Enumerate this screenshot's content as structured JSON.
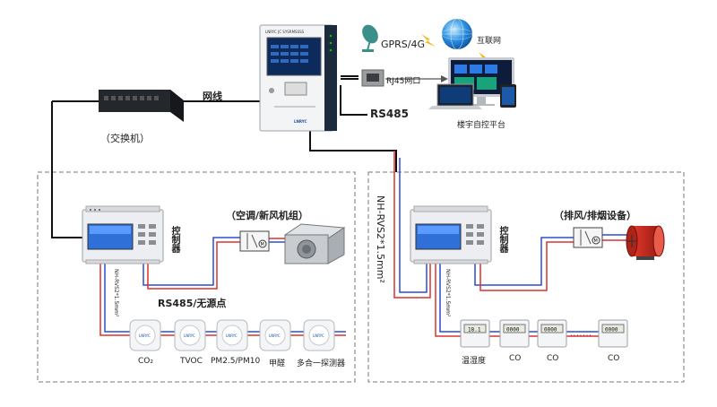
{
  "main_unit": {
    "screen_title": "LNRYC JC SYSRMSSSS",
    "brand": "LNRYC"
  },
  "links": {
    "gprs": "GPRS/4G",
    "internet": "互联网",
    "rj45": "RJ45网口",
    "rs485": "RS485",
    "network_cable": "网线",
    "platform": "楼宇自控平台"
  },
  "switch": {
    "label": "（交换机）"
  },
  "left_panel": {
    "controller_label": "控制器",
    "device_label": "（空调/新风机组）",
    "bus_label": "RS485/无源点",
    "cable_label": "NH-RVS2*1.5mm²",
    "sensors": [
      {
        "name": "CO₂",
        "brand": "LNRYC"
      },
      {
        "name": "TVOC",
        "brand": "LNRYC"
      },
      {
        "name": "PM2.5/PM10",
        "brand": "LNRYC"
      },
      {
        "name": "甲醛",
        "brand": "LNRYC"
      },
      {
        "name": "多合一探测器",
        "brand": "LNRYC"
      }
    ]
  },
  "right_panel": {
    "controller_label": "控制器",
    "device_label": "（排风/排烟设备）",
    "cable_label": "NH-RVS2*1.5mm²",
    "trunk_cable_label": "NH-RVS2*1.5mm²",
    "ellipsis": "·······",
    "sensors": [
      {
        "name": "温湿度",
        "display": "18.1"
      },
      {
        "name": "CO",
        "display": "0000"
      },
      {
        "name": "CO",
        "display": "0000"
      },
      {
        "name": "CO",
        "display": "0000"
      }
    ]
  },
  "colors": {
    "red_wire": "#d8322f",
    "blue_wire": "#2a4fd0",
    "black_wire": "#111111",
    "dashed": "#777777"
  }
}
